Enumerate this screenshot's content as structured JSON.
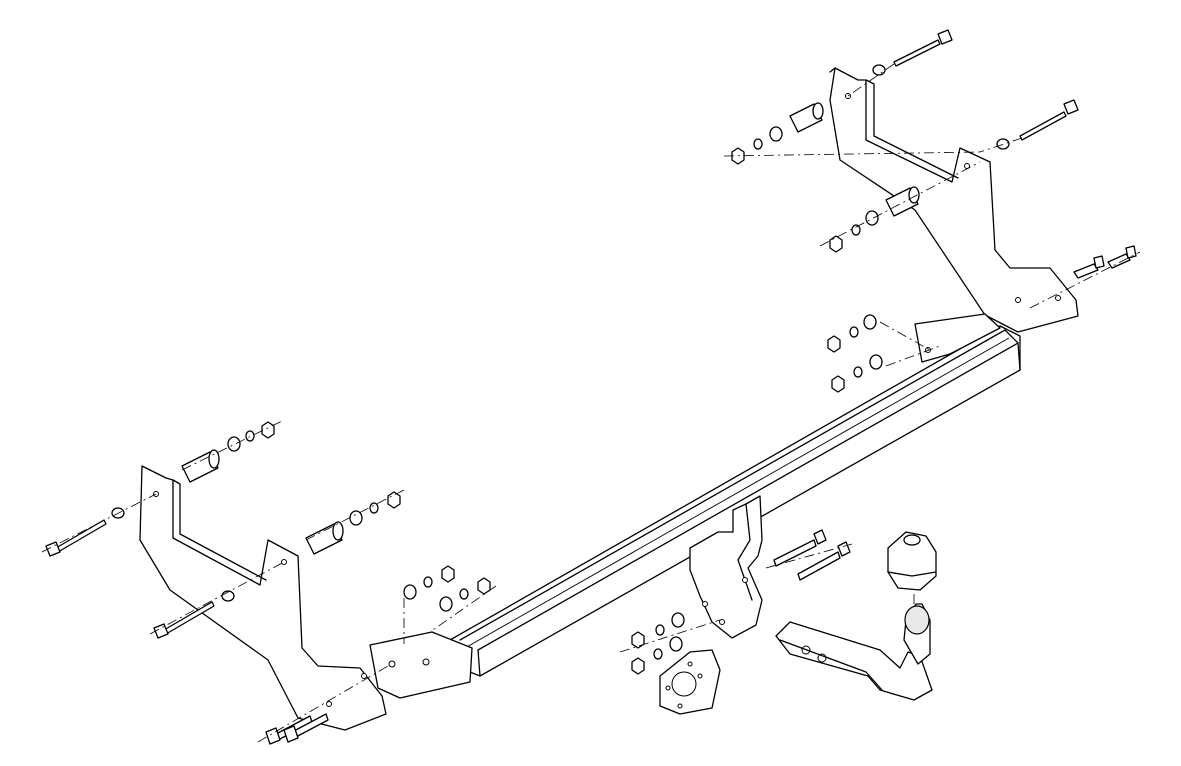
{
  "drawing": {
    "kind": "exploded assembly line drawing",
    "text_labels": [],
    "parts": [
      "right-mounting-bracket",
      "left-mounting-bracket",
      "cross-beam",
      "left-end-plate",
      "right-end-plate",
      "center-tow-bracket",
      "socket-plate",
      "tow-ball-neck",
      "tow-ball",
      "ball-cap"
    ]
  }
}
